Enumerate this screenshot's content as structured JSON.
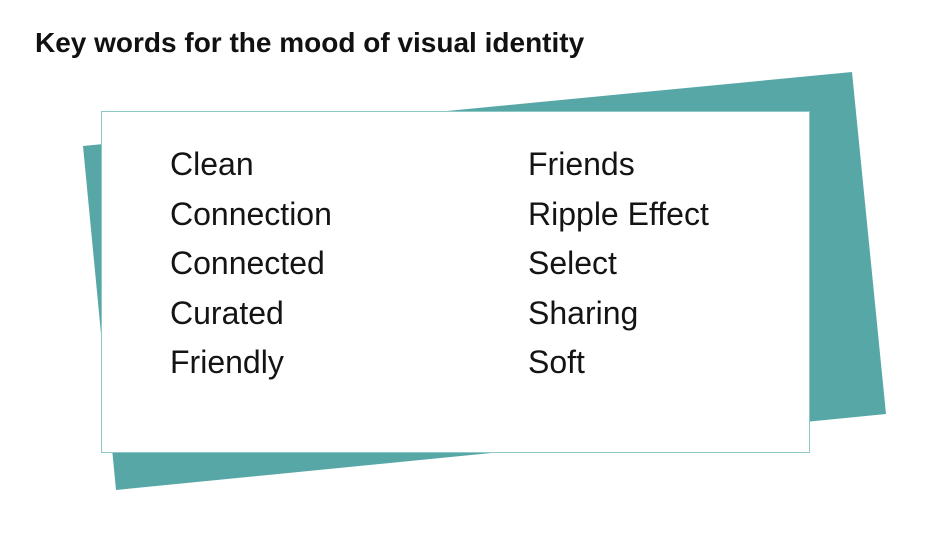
{
  "title": "Key words for the mood of visual identity",
  "colors": {
    "accent": "#58a7a7",
    "card_border": "#8cc8c6",
    "text": "#111111"
  },
  "keywords": {
    "left": [
      "Clean",
      "Connection",
      "Connected",
      "Curated",
      "Friendly"
    ],
    "right": [
      "Friends",
      "Ripple Effect",
      "Select",
      "Sharing",
      "Soft"
    ]
  }
}
